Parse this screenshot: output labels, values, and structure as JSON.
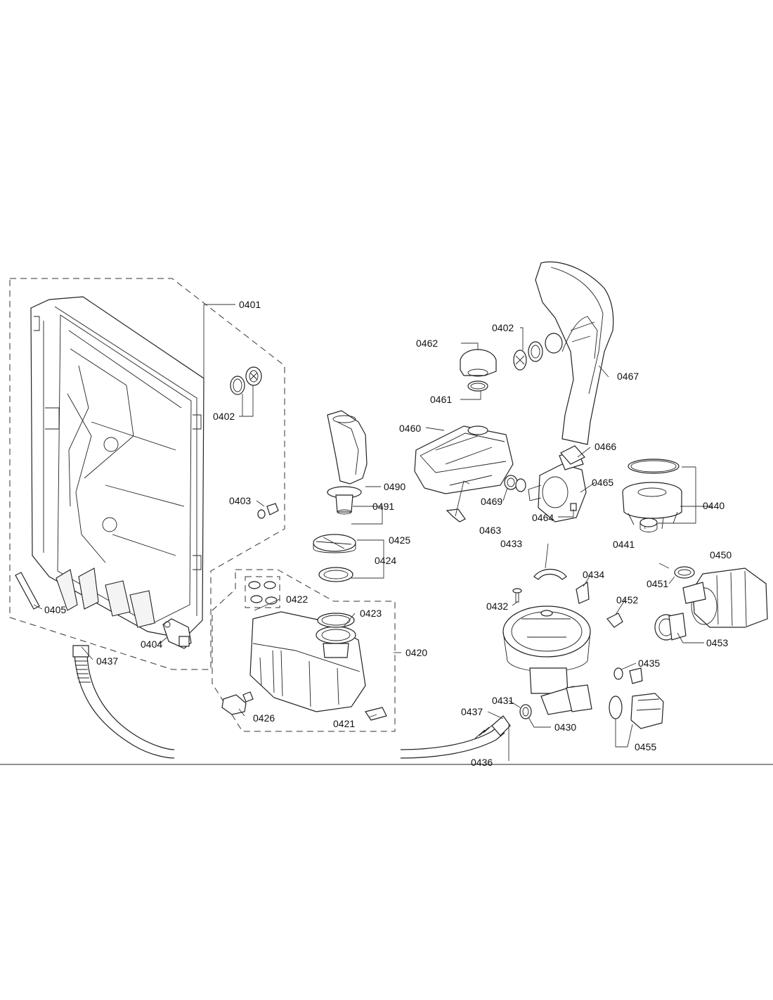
{
  "labels": {
    "p0401": "0401",
    "p0402a": "0402",
    "p0402b": "0402",
    "p0403": "0403",
    "p0404": "0404",
    "p0405": "0405",
    "p0420": "0420",
    "p0421": "0421",
    "p0422": "0422",
    "p0423": "0423",
    "p0424": "0424",
    "p0425": "0425",
    "p0426": "0426",
    "p0430": "0430",
    "p0431": "0431",
    "p0432": "0432",
    "p0433": "0433",
    "p0434": "0434",
    "p0435": "0435",
    "p0436": "0436",
    "p0437a": "0437",
    "p0437b": "0437",
    "p0440": "0440",
    "p0441": "0441",
    "p0450": "0450",
    "p0451": "0451",
    "p0452": "0452",
    "p0453": "0453",
    "p0455": "0455",
    "p0460": "0460",
    "p0461": "0461",
    "p0462": "0462",
    "p0463": "0463",
    "p0464": "0464",
    "p0465": "0465",
    "p0466": "0466",
    "p0467": "0467",
    "p0469": "0469",
    "p0490": "0490",
    "p0491": "0491"
  }
}
